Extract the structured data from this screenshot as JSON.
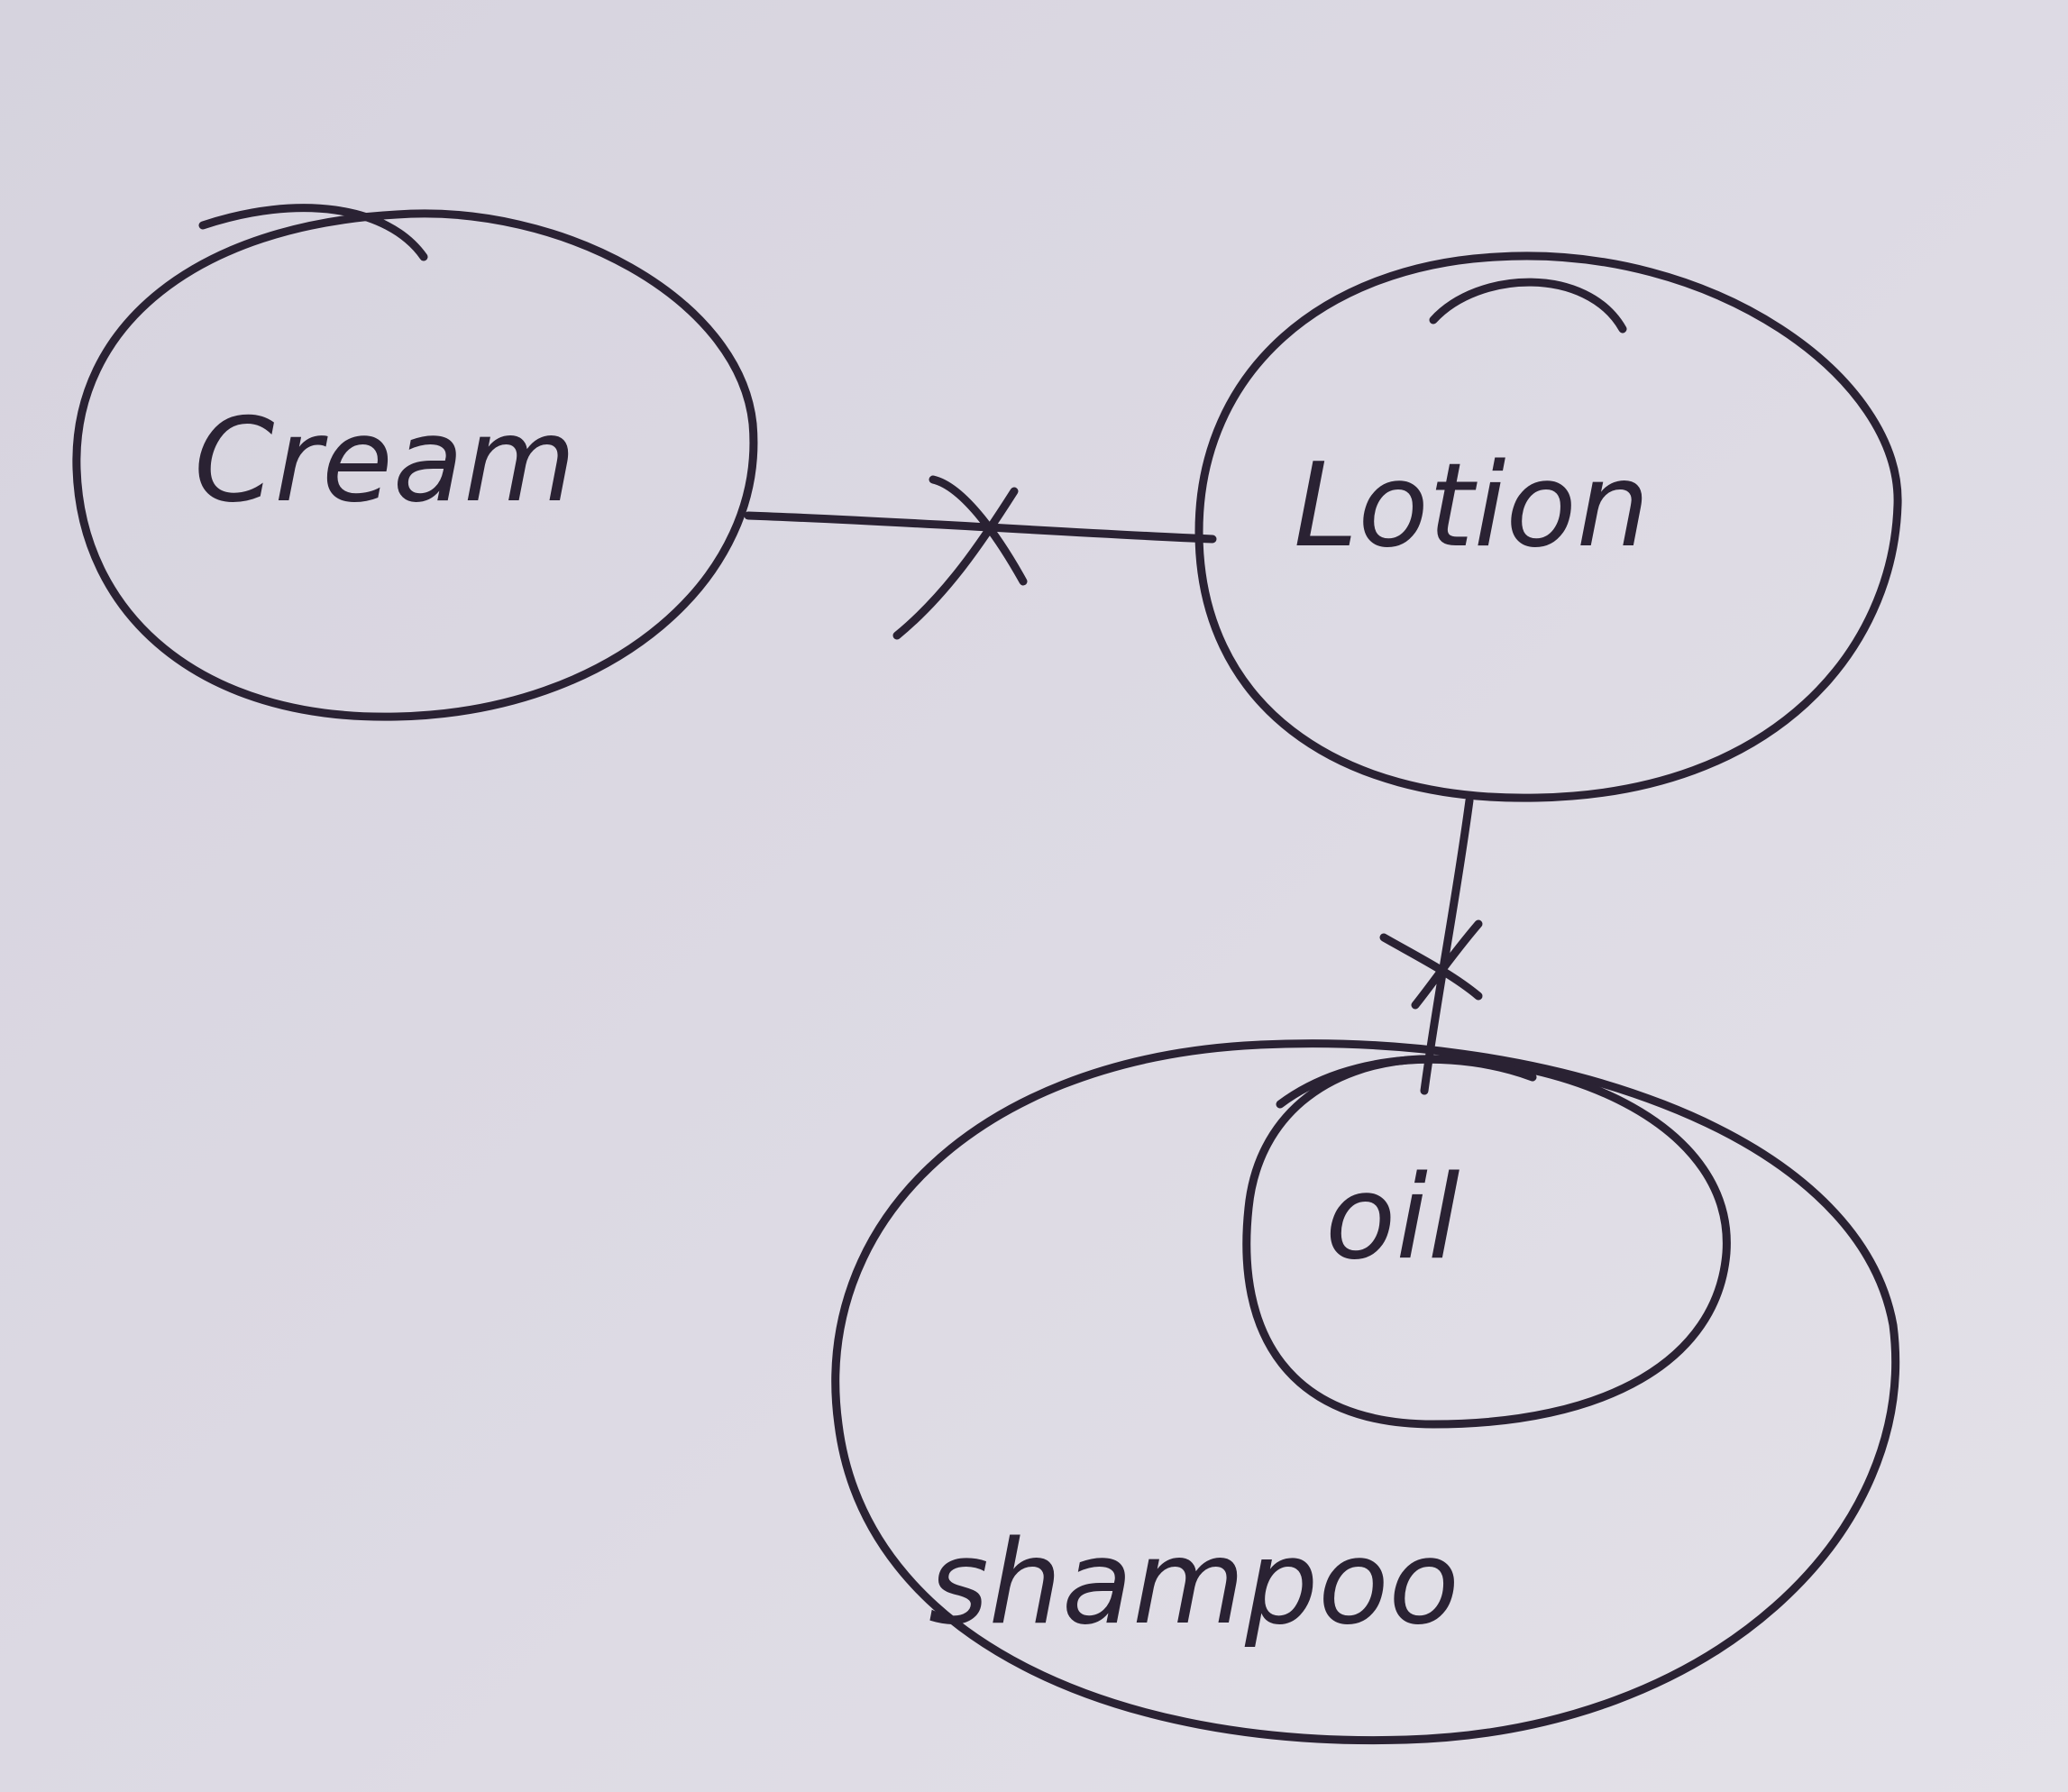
{
  "diagram": {
    "nodes": {
      "cream": {
        "label": "Cream"
      },
      "lotion": {
        "label": "Lotion"
      },
      "oil": {
        "label": "oil"
      },
      "shampoo": {
        "label": "shampoo"
      }
    },
    "edges": [
      {
        "from": "cream",
        "to": "lotion",
        "marker": "cross"
      },
      {
        "from": "lotion",
        "to": "oil",
        "marker": "cross"
      }
    ],
    "ink_color": "#2a2233",
    "paper_color": "#d9d6e0"
  }
}
